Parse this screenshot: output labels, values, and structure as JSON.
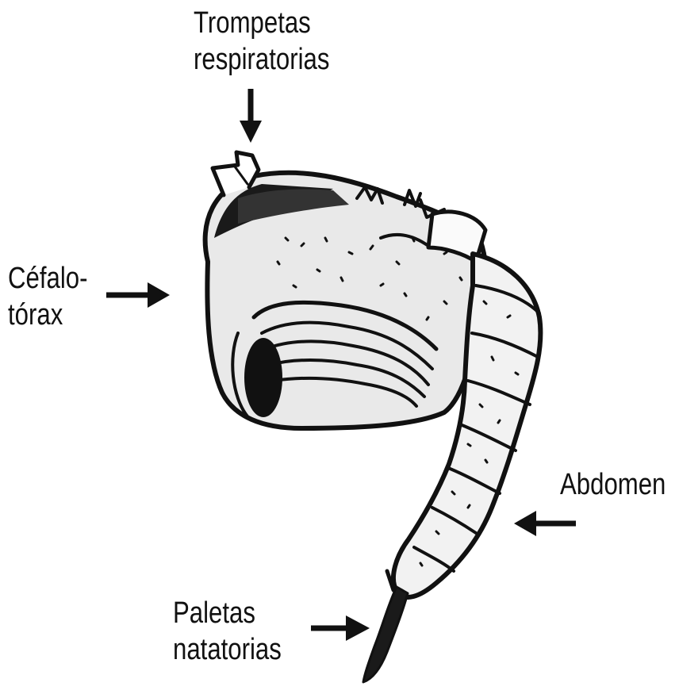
{
  "labels": {
    "trompetas": [
      "Trompetas",
      "respiratorias"
    ],
    "cefalotorax": [
      "Céfalo-",
      "tórax"
    ],
    "abdomen": [
      "Abdomen"
    ],
    "paletas": [
      "Paletas",
      "natatorias"
    ]
  },
  "colors": {
    "ink": "#111111",
    "background": "#ffffff"
  }
}
